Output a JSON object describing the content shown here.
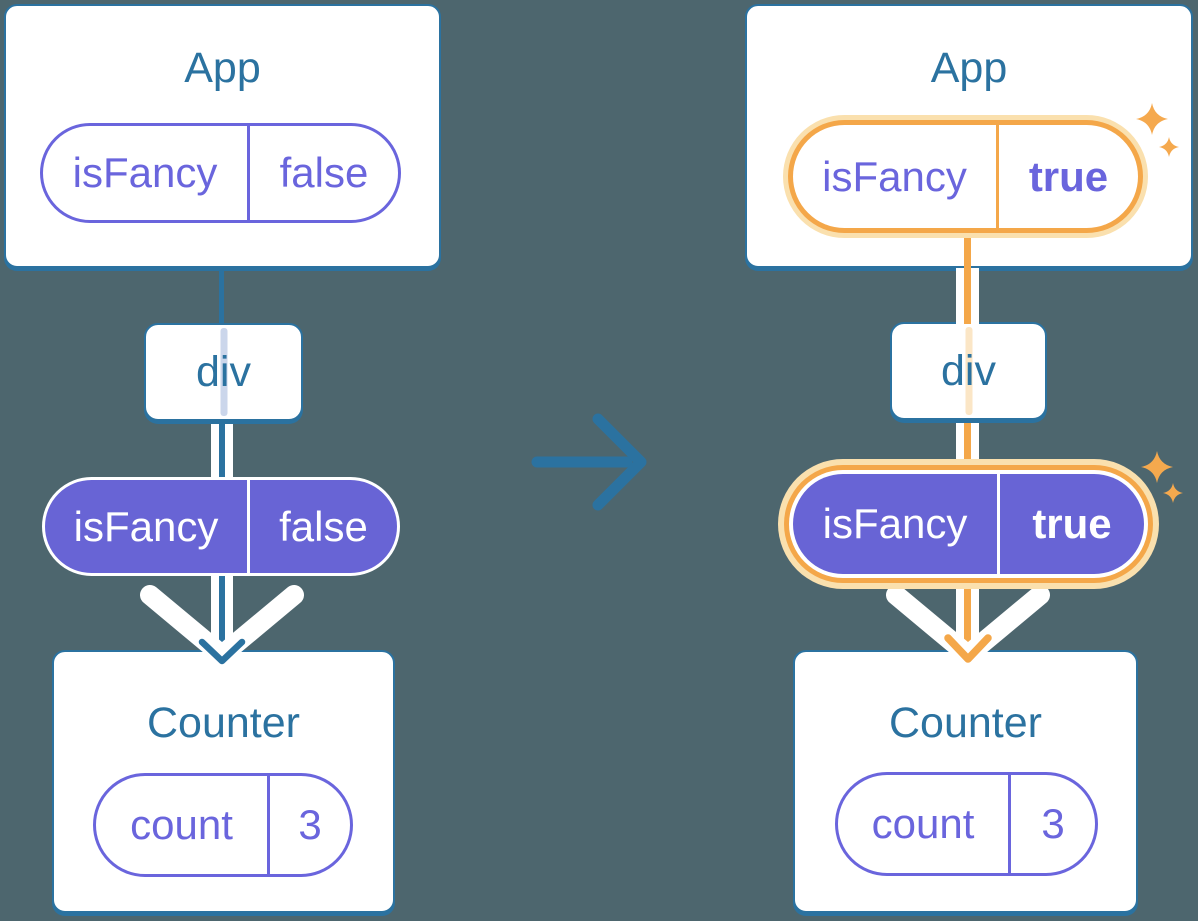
{
  "colors": {
    "background": "#4D666E",
    "steel_blue": "#2B72A0",
    "purple_outline": "#6A65DD",
    "purple_fill": "#6864D5",
    "orange": "#F4A749",
    "orange_halo": "#FAE0AE",
    "pale_blue_pass_line": "#CBD6EB",
    "pale_orange_pass_line": "#FBE6C6",
    "white": "#FFFFFF"
  },
  "before": {
    "app": {
      "title": "App",
      "prop": {
        "key": "isFancy",
        "value": "false"
      }
    },
    "div_node": {
      "label": "div"
    },
    "passed_prop": {
      "key": "isFancy",
      "value": "false"
    },
    "counter": {
      "title": "Counter",
      "state": {
        "key": "count",
        "value": "3"
      }
    }
  },
  "after": {
    "app": {
      "title": "App",
      "prop": {
        "key": "isFancy",
        "value": "true"
      }
    },
    "div_node": {
      "label": "div"
    },
    "passed_prop": {
      "key": "isFancy",
      "value": "true"
    },
    "counter": {
      "title": "Counter",
      "state": {
        "key": "count",
        "value": "3"
      }
    }
  }
}
